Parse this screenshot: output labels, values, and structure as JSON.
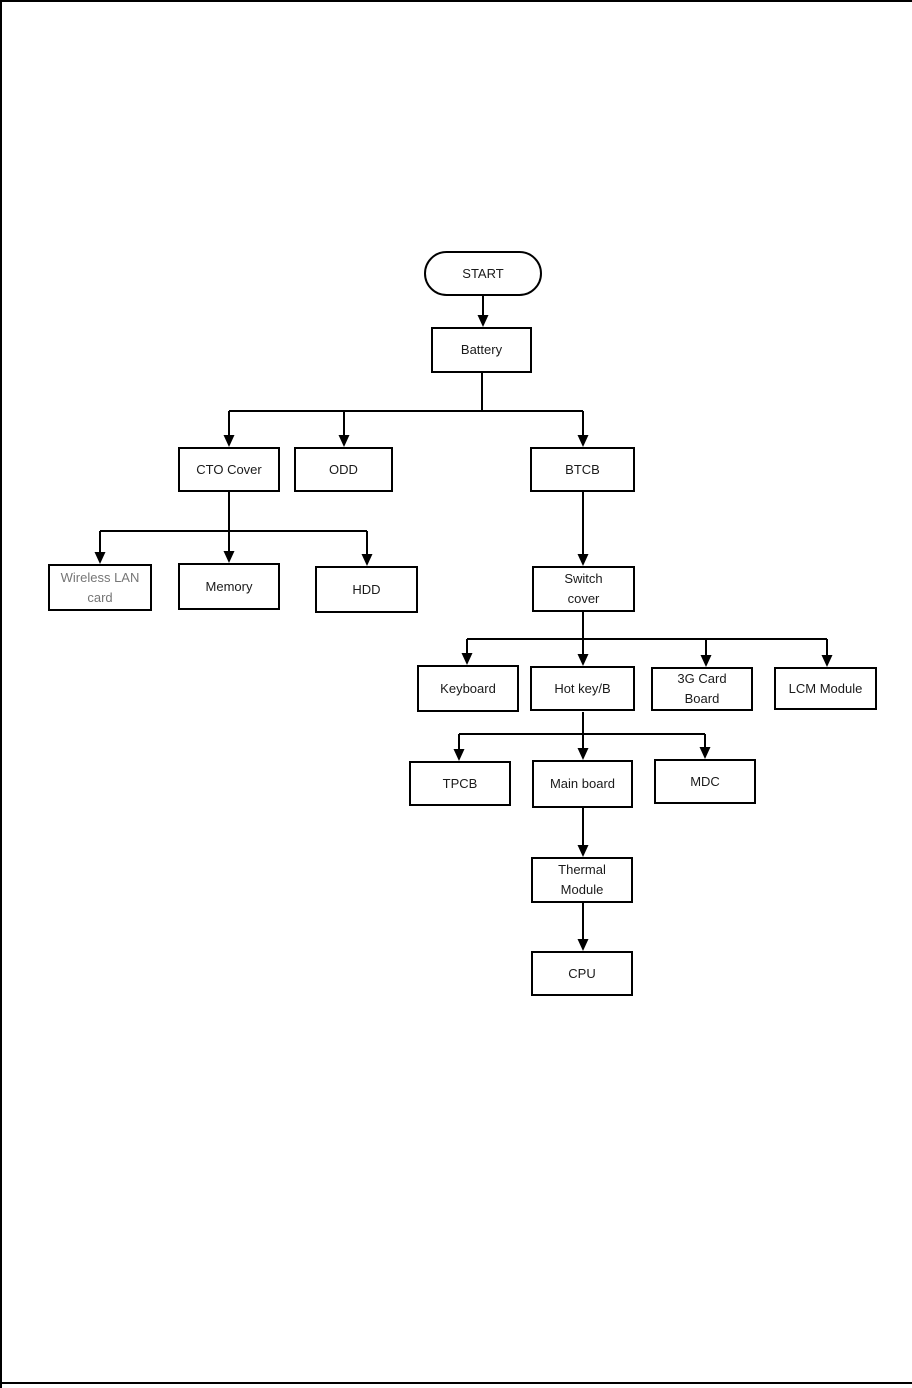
{
  "colors": {
    "line": "#000000",
    "text": "#1a1a1a",
    "muted_text": "#767676",
    "page_background": "#ffffff"
  },
  "diagram": {
    "type": "flowchart",
    "description": "Disassembly sequence flowchart",
    "nodes": {
      "start": {
        "label": "START",
        "shape": "terminator"
      },
      "battery": {
        "label": "Battery",
        "shape": "process"
      },
      "cto_cover": {
        "label": "CTO Cover",
        "shape": "process"
      },
      "odd": {
        "label": "ODD",
        "shape": "process"
      },
      "btcb": {
        "label": "BTCB",
        "shape": "process"
      },
      "wireless_lan_card": {
        "label": "Wireless LAN\ncard",
        "shape": "process"
      },
      "memory": {
        "label": "Memory",
        "shape": "process"
      },
      "hdd": {
        "label": "HDD",
        "shape": "process"
      },
      "switch_cover": {
        "label": "Switch\ncover",
        "shape": "process"
      },
      "keyboard": {
        "label": "Keyboard",
        "shape": "process"
      },
      "hot_key_b": {
        "label": "Hot key/B",
        "shape": "process"
      },
      "3g_card_board": {
        "label": "3G Card\nBoard",
        "shape": "process"
      },
      "lcm_module": {
        "label": "LCM Module",
        "shape": "process"
      },
      "tpcb": {
        "label": "TPCB",
        "shape": "process"
      },
      "main_board": {
        "label": "Main board",
        "shape": "process"
      },
      "mdc": {
        "label": "MDC",
        "shape": "process"
      },
      "thermal_module": {
        "label": "Thermal\nModule",
        "shape": "process"
      },
      "cpu": {
        "label": "CPU",
        "shape": "process"
      }
    },
    "edges": [
      {
        "from": "start",
        "to": "battery"
      },
      {
        "from": "battery",
        "to": "cto_cover"
      },
      {
        "from": "battery",
        "to": "odd"
      },
      {
        "from": "battery",
        "to": "btcb"
      },
      {
        "from": "cto_cover",
        "to": "wireless_lan_card"
      },
      {
        "from": "cto_cover",
        "to": "memory"
      },
      {
        "from": "cto_cover",
        "to": "hdd"
      },
      {
        "from": "btcb",
        "to": "switch_cover"
      },
      {
        "from": "switch_cover",
        "to": "keyboard"
      },
      {
        "from": "switch_cover",
        "to": "hot_key_b"
      },
      {
        "from": "switch_cover",
        "to": "3g_card_board"
      },
      {
        "from": "switch_cover",
        "to": "lcm_module"
      },
      {
        "from": "hot_key_b",
        "to": "tpcb"
      },
      {
        "from": "hot_key_b",
        "to": "main_board"
      },
      {
        "from": "hot_key_b",
        "to": "mdc"
      },
      {
        "from": "main_board",
        "to": "thermal_module"
      },
      {
        "from": "thermal_module",
        "to": "cpu"
      }
    ]
  }
}
